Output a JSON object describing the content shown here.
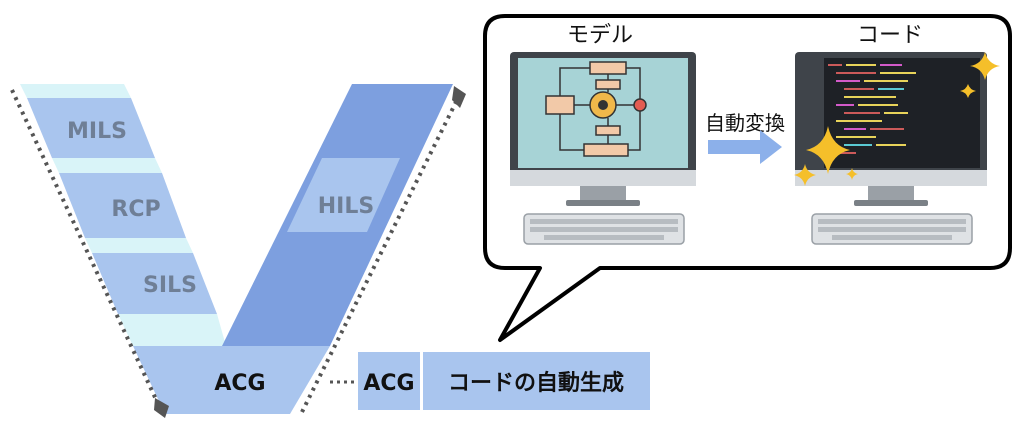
{
  "v_model": {
    "left_stages": [
      "MILS",
      "RCP",
      "SILS"
    ],
    "right_stage": "HILS",
    "bottom_stage": "ACG"
  },
  "bubble": {
    "model_title": "モデル",
    "code_title": "コード",
    "arrow_label": "自動変換"
  },
  "legend": {
    "tag": "ACG",
    "description": "コードの自動生成"
  },
  "colors": {
    "band_light": "#cfe6f7",
    "band_mid": "#a9c5ee",
    "band_cyan": "#d9f4f8",
    "band_dark": "#7d9fdf",
    "screen_bg": "#a7d3d6",
    "accent_arrow": "#8cb0ea",
    "sparkle": "#f5bf2a"
  }
}
